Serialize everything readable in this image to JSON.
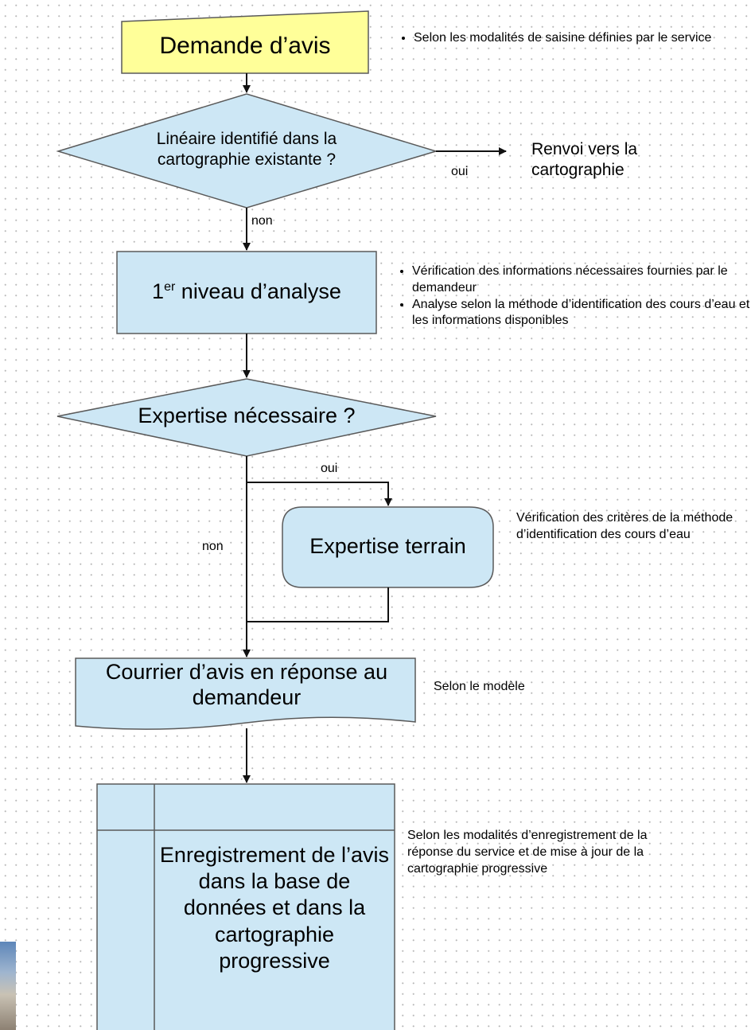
{
  "nodes": {
    "demande": "Demande d’avis",
    "lineaire": "Linéaire identifié dans la cartographie existante ?",
    "renvoi": "Renvoi vers la cartographie",
    "niveau_sup": "er",
    "niveau_prefix": "1",
    "niveau_suffix": " niveau d’analyse",
    "expertise_q": "Expertise nécessaire ?",
    "expertise_terrain": "Expertise terrain",
    "courrier": "Courrier d’avis en réponse au demandeur",
    "enregistrement": "Enregistrement de l’avis dans la base de données et dans la cartographie progressive"
  },
  "edge_labels": {
    "oui_1": "oui",
    "non_1": "non",
    "oui_2": "oui",
    "non_2": "non"
  },
  "notes": {
    "demande": [
      "Selon les modalités de saisine définies par le service"
    ],
    "niveau": [
      "Vérification des informations nécessaires fournies par le demandeur",
      "Analyse selon la méthode d’identification des cours d’eau et les informations disponibles"
    ],
    "terrain": "Vérification des critères de la méthode d’identification des cours d’eau",
    "courrier": "Selon le modèle",
    "enregistrement": "Selon les modalités d’enregistrement de la réponse du service et de mise à jour de la cartographie progressive"
  },
  "colors": {
    "start_fill": "#ffff99",
    "node_fill": "#cde7f5",
    "stroke": "#5a5a5a",
    "arrow": "#111111"
  }
}
